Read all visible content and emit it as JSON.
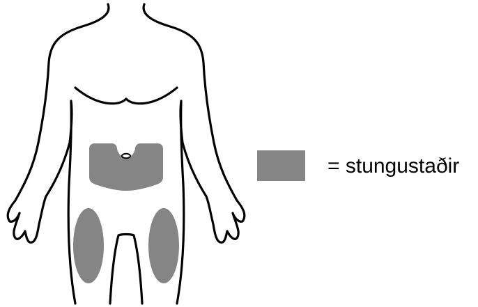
{
  "legend": {
    "label": "= stungustaðir",
    "swatch_meaning": "injection-site"
  },
  "colors": {
    "site_fill": "#858585",
    "outline": "#000000",
    "background": "#ffffff"
  },
  "sites": [
    {
      "name": "abdomen"
    },
    {
      "name": "left-thigh"
    },
    {
      "name": "right-thigh"
    }
  ]
}
